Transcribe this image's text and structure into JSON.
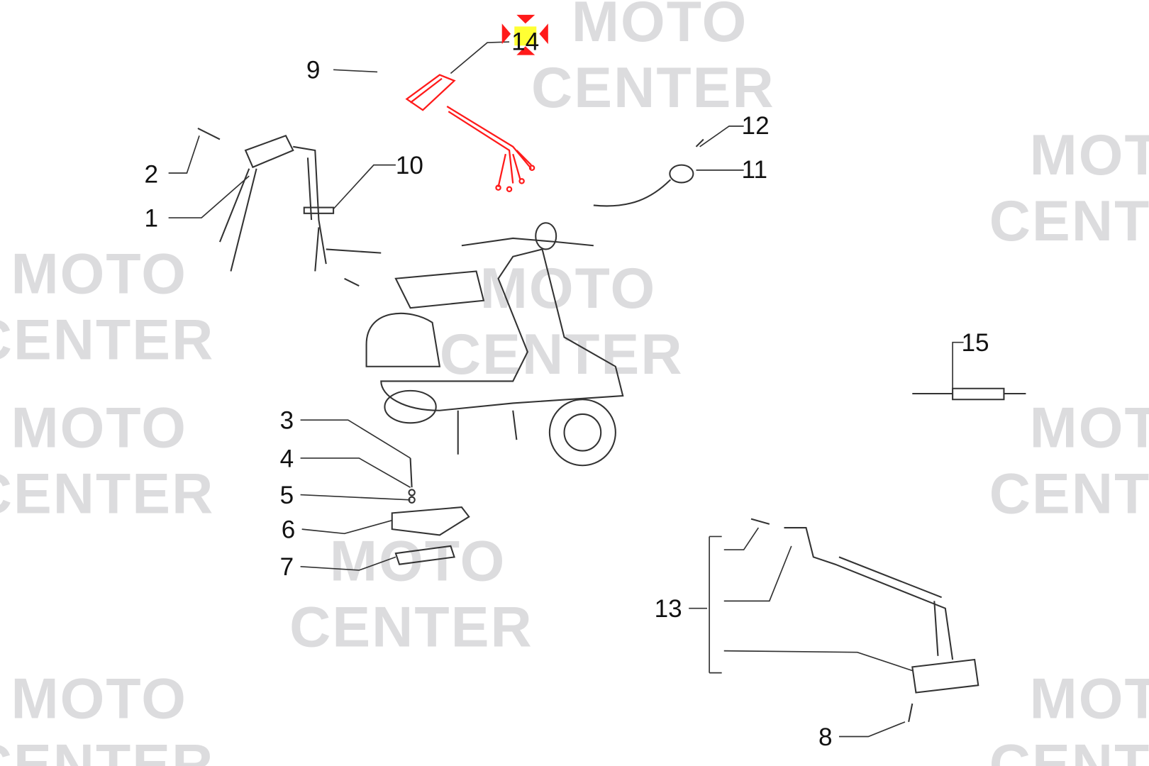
{
  "watermark": {
    "line1": "MOTO",
    "line2": "CENTER"
  },
  "highlight_color": "#ff1a1a",
  "selected_part": "14",
  "parts": {
    "p1": "1",
    "p2": "2",
    "p3": "3",
    "p4": "4",
    "p5": "5",
    "p6": "6",
    "p7": "7",
    "p8": "8",
    "p9": "9",
    "p10": "10",
    "p11": "11",
    "p12": "12",
    "p13": "13",
    "p14": "14",
    "p15": "15"
  }
}
